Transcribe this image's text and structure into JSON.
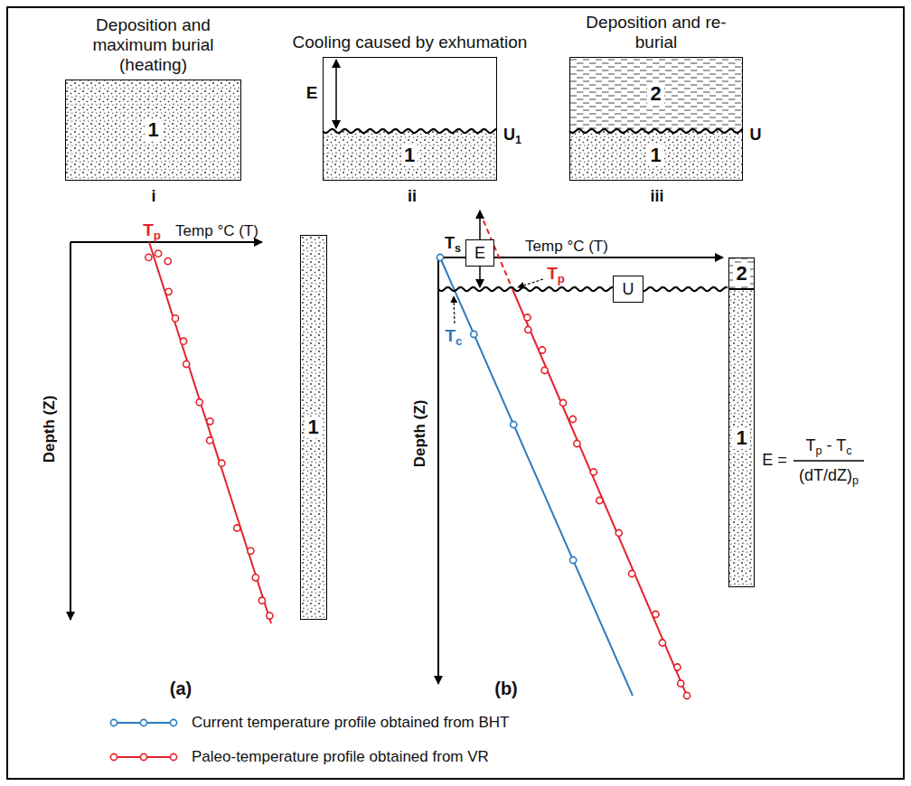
{
  "diagram": {
    "nodes": [
      {
        "text": [
          "Deposition and maximum burial (heating)",
          "1"
        ]
      },
      {
        "text": [
          "Cooling caused by exhumation"
        ]
      },
      {
        "text": [
          "1"
        ],
        "in": 1
      },
      {
        "text": [
          "Deposition and re-burial"
        ]
      },
      {
        "text": [
          "2"
        ],
        "in": 3
      },
      {
        "text": [
          "1"
        ],
        "in": 3
      },
      {
        "text": [
          "1"
        ]
      },
      {
        "text": [
          "2"
        ]
      },
      {
        "text": [
          "1"
        ]
      },
      {
        "text": [
          "E"
        ]
      },
      {
        "text": [
          "U"
        ]
      }
    ],
    "labels": [
      "i",
      "ii",
      "iii",
      "E",
      "U1",
      "U",
      "Tp",
      "Temp °C (T)",
      "Depth (Z)",
      "Ts",
      "Tp",
      "Tc",
      "Temp °C (T)",
      "Depth (Z)",
      "E =",
      "Tp - Tc",
      "(dT/dZ)p",
      "(a)",
      "(b)"
    ],
    "legend": [
      {
        "text": "Current temperature profile obtained from BHT"
      },
      {
        "text": "Paleo-temperature profile obtained from VR"
      }
    ]
  }
}
